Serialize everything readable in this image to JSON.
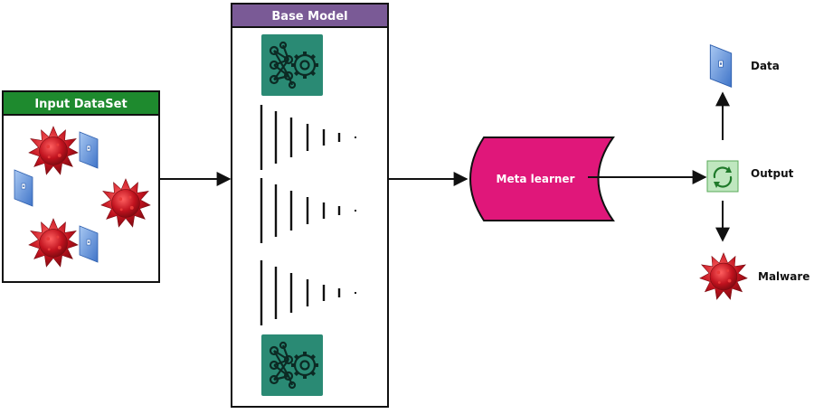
{
  "input_panel": {
    "title": "Input DataSet",
    "header_color": "#1e8a2e"
  },
  "base_model": {
    "title": "Base Model",
    "header_color": "#7a5a96"
  },
  "meta_learner": {
    "label": "Meta learner",
    "color": "#e0177a"
  },
  "outputs": {
    "data_label": "Data",
    "output_label": "Output",
    "malware_label": "Malware"
  },
  "icons": {
    "neural_gear": "neural-network-gear-icon",
    "document": "document-icon",
    "virus": "virus-icon",
    "cycle": "cycle-icon"
  },
  "colors": {
    "icon_teal": "#2a8a74",
    "virus_red": "#c0121e",
    "document_blue": "#5b8fd8",
    "cycle_green": "#2f9e3a"
  }
}
